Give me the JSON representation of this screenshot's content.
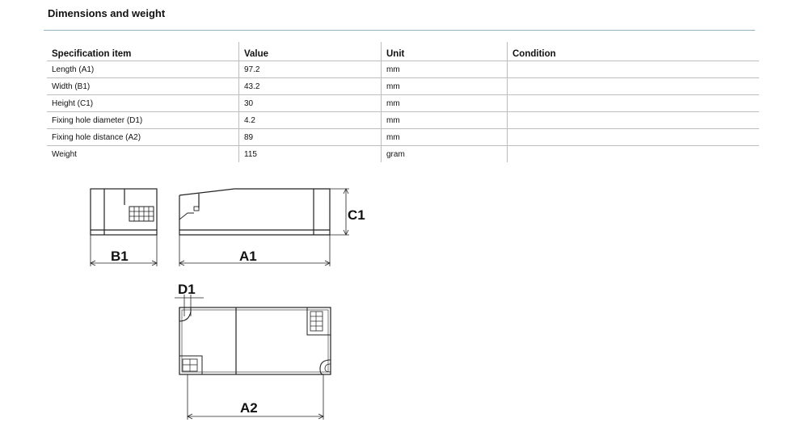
{
  "section": {
    "title": "Dimensions and weight"
  },
  "table": {
    "headers": [
      "Specification item",
      "Value",
      "Unit",
      "Condition"
    ],
    "rows": [
      {
        "item": "Length (A1)",
        "value": "97.2",
        "unit": "mm",
        "condition": ""
      },
      {
        "item": "Width (B1)",
        "value": "43.2",
        "unit": "mm",
        "condition": ""
      },
      {
        "item": "Height (C1)",
        "value": "30",
        "unit": "mm",
        "condition": ""
      },
      {
        "item": "Fixing hole diameter (D1)",
        "value": "4.2",
        "unit": "mm",
        "condition": ""
      },
      {
        "item": "Fixing hole distance (A2)",
        "value": "89",
        "unit": "mm",
        "condition": ""
      },
      {
        "item": "Weight",
        "value": "115",
        "unit": "gram",
        "condition": ""
      }
    ]
  },
  "drawing": {
    "labels": {
      "b1": "B1",
      "a1": "A1",
      "c1": "C1",
      "d1": "D1",
      "a2": "A2"
    }
  }
}
